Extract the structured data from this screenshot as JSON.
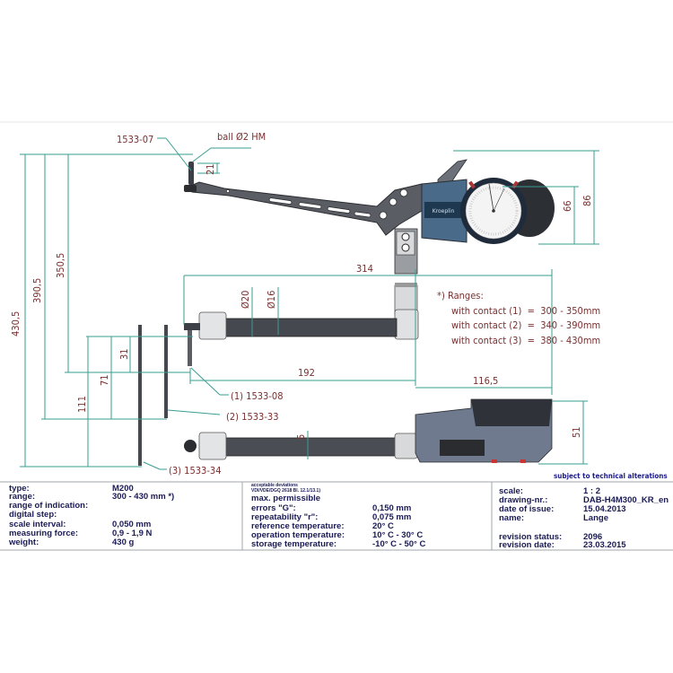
{
  "drawing": {
    "part_labels": {
      "tip": "1533-07",
      "ball": "ball Ø2 HM",
      "contact_1": "(1) 1533-08",
      "contact_2": "(2) 1533-33",
      "contact_3": "(3) 1533-34"
    },
    "dimensions": {
      "d430": "430,5",
      "d390": "390,5",
      "d350": "350,5",
      "d111": "111",
      "d71": "71",
      "d31": "31",
      "d21": "21",
      "d86": "86",
      "d66": "66",
      "d314": "314",
      "d20": "Ø20",
      "d16": "Ø16",
      "d192": "192",
      "d116": "116,5",
      "d51": "51",
      "d5": "5"
    },
    "ranges": {
      "title": "*) Ranges:",
      "lines": [
        "with contact (1)  =  300 - 350mm",
        "with contact (2)  =  340 - 390mm",
        "with contact (3)  =  380 - 430mm"
      ]
    },
    "brand": "Kroeplin",
    "note": "subject to technical alterations"
  },
  "title_block": {
    "left": [
      {
        "label": "type:",
        "value": "M200"
      },
      {
        "label": "range:",
        "value": "300 - 430 mm  *)"
      },
      {
        "label": "range of indication:",
        "value": ""
      },
      {
        "label": "digital step:",
        "value": ""
      },
      {
        "label": "scale interval:",
        "value": "0,050 mm"
      },
      {
        "label": "measuring force:",
        "value": "0,9 - 1,9 N"
      },
      {
        "label": "weight:",
        "value": "430 g"
      }
    ],
    "middle": {
      "heading_1": "acceptable deviations",
      "heading_2": "VDI/VDE/DGQ 2618 Bl. 12.1/13.1)",
      "max_permissible": "max. permissible",
      "rows": [
        {
          "label": "errors \"G\":",
          "value": "0,150 mm"
        },
        {
          "label": "repeatability \"r\":",
          "value": "0,075 mm"
        },
        {
          "label": "reference temperature:",
          "value": "20° C"
        },
        {
          "label": "operation temperature:",
          "value": "10° C - 30° C"
        },
        {
          "label": "storage temperature:",
          "value": "-10° C - 50° C"
        }
      ]
    },
    "right": [
      {
        "label": "scale:",
        "value": "1 : 2"
      },
      {
        "label": "drawing-nr.:",
        "value": "DAB-H4M300_KR_en"
      },
      {
        "label": "date of issue:",
        "value": "15.04.2013"
      },
      {
        "label": "name:",
        "value": "Lange"
      },
      {
        "label": "revision status:",
        "value": "2096"
      },
      {
        "label": "revision date:",
        "value": "23.03.2015"
      }
    ]
  }
}
